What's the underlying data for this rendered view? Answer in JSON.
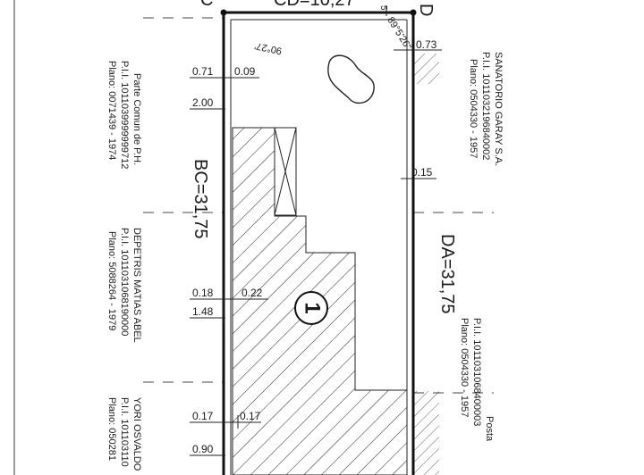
{
  "top_labels": {
    "corner_c": "C",
    "cd": "CD=10,27",
    "corner_d": "D",
    "small_5": "5"
  },
  "angles": {
    "left": "90°27'",
    "right": "89°5'26\""
  },
  "dims_left": {
    "d071": "0.71",
    "d009": "0.09",
    "d200": "2.00",
    "d018": "0.18",
    "d022": "0.22",
    "d148": "1.48",
    "d017a": "0.17",
    "d017b": "0.17",
    "d090": "0.90"
  },
  "dims_right": {
    "d073": "0.73",
    "d015": "0.15"
  },
  "side_labels": {
    "bc": "BC=31,75",
    "da": "DA=31,75"
  },
  "lot_number": "1",
  "neighbors_left": [
    {
      "lines": [
        "Parte Comun de P.H.",
        "P.I.I. 1011039999999712",
        "Plano: 0071439 - 1974"
      ]
    },
    {
      "lines": [
        "DEPETRIS MATIAS ABEL",
        "P.I.I. 1011031068190000",
        "Plano: 5088264 - 1979"
      ]
    },
    {
      "lines": [
        "YORI OSVALDO",
        "P.I.I. 101103110",
        "Plano: 050281"
      ]
    }
  ],
  "neighbors_right": [
    {
      "lines": [
        "SANATORIO GARAY S.A.",
        "P.I.I. 1011032196840002",
        "Plano: 0504330 - 1957"
      ]
    },
    {
      "lines": [
        "Posta",
        "P.I.I. 1011031068400003",
        "Plano: 0504330 - 1957"
      ]
    }
  ]
}
